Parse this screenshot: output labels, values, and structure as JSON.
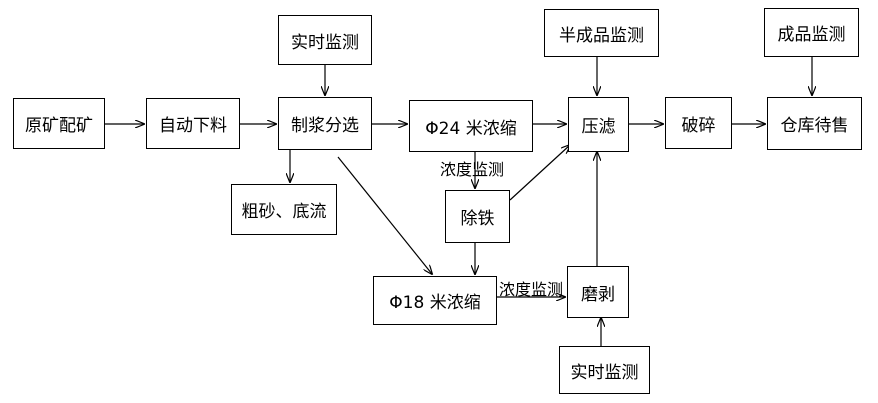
{
  "boxes": {
    "raw_ore": "原矿配矿",
    "auto_feed": "自动下料",
    "slurry_sort": "制浆分选",
    "thickener_24": "Φ24 米浓缩",
    "filter_press": "压滤",
    "crush": "破碎",
    "warehouse": "仓库待售",
    "coarse_sand": "粗砂、底流",
    "iron_removal": "除铁",
    "thickener_18": "Φ18 米浓缩",
    "grinding": "磨剥",
    "realtime_top": "实时监测",
    "semi_monitor": "半成品监测",
    "product_monitor": "成品监测",
    "realtime_bottom": "实时监测"
  },
  "labels": {
    "density_1": "浓度监测",
    "density_2": "浓度监测"
  }
}
